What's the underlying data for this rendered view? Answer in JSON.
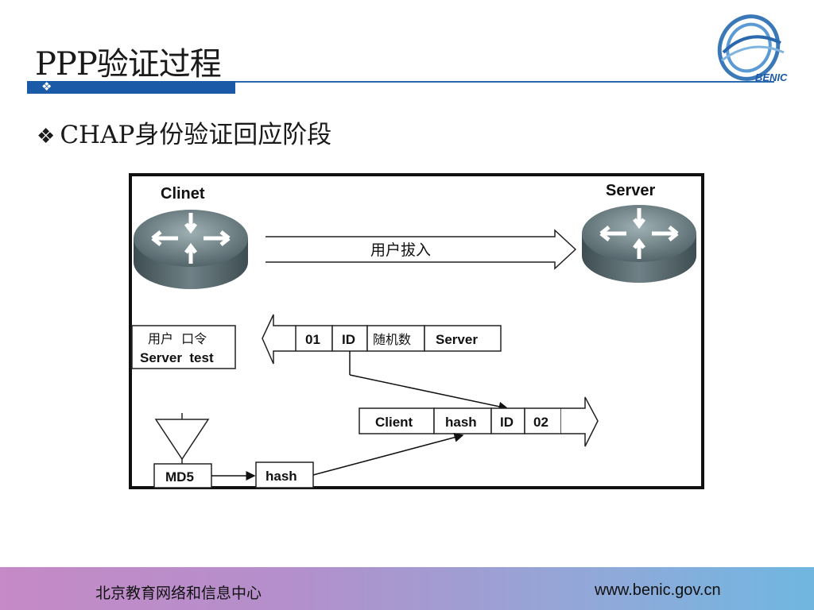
{
  "slide": {
    "title": "PPP验证过程",
    "subtitle": "CHAP身份验证回应阶段",
    "bullet_symbol": "❖",
    "title_block_symbol": "❖",
    "logo_text": "BENIC"
  },
  "diagram": {
    "client_label": "Clinet",
    "server_label": "Server",
    "dial_in_label": "用户拔入",
    "credentials": {
      "line1": "用户  口令",
      "line2": "Server  test"
    },
    "challenge_packet": [
      "01",
      "ID",
      "随机数",
      "Server"
    ],
    "response_packet": [
      "Client",
      "hash",
      "ID",
      "02"
    ],
    "md5_label": "MD5",
    "hash_label": "hash"
  },
  "footer": {
    "left": "北京教育网络和信息中心",
    "right": "www.benic.gov.cn"
  },
  "colors": {
    "accent": "#1b5aa6",
    "router": "#6f8186"
  }
}
